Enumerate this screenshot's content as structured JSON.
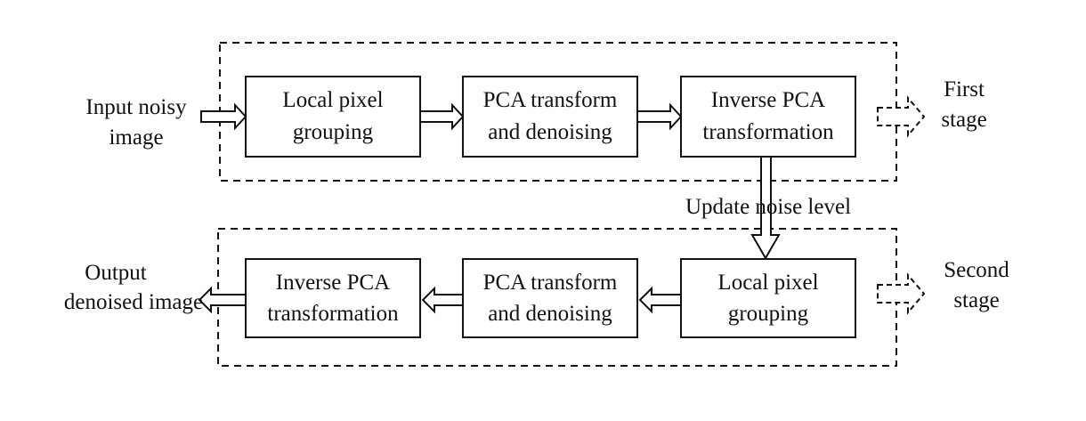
{
  "stages": [
    {
      "label_lines": [
        "First",
        "stage"
      ],
      "blocks": [
        {
          "lines": [
            "Local pixel",
            "grouping"
          ]
        },
        {
          "lines": [
            "PCA transform",
            "and denoising"
          ]
        },
        {
          "lines": [
            "Inverse PCA",
            "transformation"
          ]
        }
      ]
    },
    {
      "label_lines": [
        "Second",
        "stage"
      ],
      "blocks": [
        {
          "lines": [
            "Inverse PCA",
            "transformation"
          ]
        },
        {
          "lines": [
            "PCA transform",
            "and denoising"
          ]
        },
        {
          "lines": [
            "Local pixel",
            "grouping"
          ]
        }
      ]
    }
  ],
  "input_label_lines": [
    "Input noisy",
    "image"
  ],
  "output_label_lines": [
    "Output",
    "denoised image"
  ],
  "update_label": "Update noise level",
  "colors": {
    "line": "#111111",
    "background": "#ffffff"
  }
}
